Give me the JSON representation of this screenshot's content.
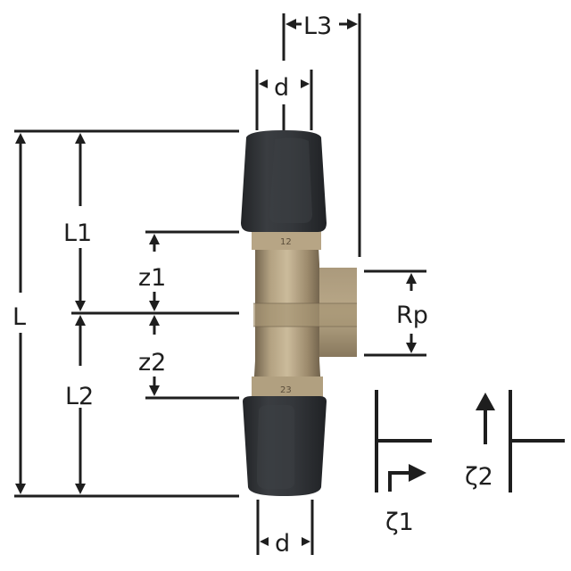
{
  "diagram": {
    "subject": "Push-fit tee fitting with female threaded branch",
    "labels": {
      "L3": "L3",
      "d_top": "d",
      "d_bottom": "d",
      "L": "L",
      "L1": "L1",
      "L2": "L2",
      "z1": "z1",
      "z2": "z2",
      "Rp": "Rp",
      "zeta1": "ζ1",
      "zeta2": "ζ2"
    },
    "colors": {
      "line": "#1e1e1e",
      "sleeve": "#2e3033",
      "sleeve_highlight": "#45484c",
      "brass_light": "#c9b898",
      "brass_mid": "#9c8a6c",
      "brass_dark": "#6e604a",
      "background": "#ffffff"
    },
    "flow_symbols": [
      {
        "name": "zeta1",
        "description": "flow from run into branch",
        "label": "ζ1"
      },
      {
        "name": "zeta2",
        "description": "flow through run past branch",
        "label": "ζ2"
      }
    ]
  }
}
